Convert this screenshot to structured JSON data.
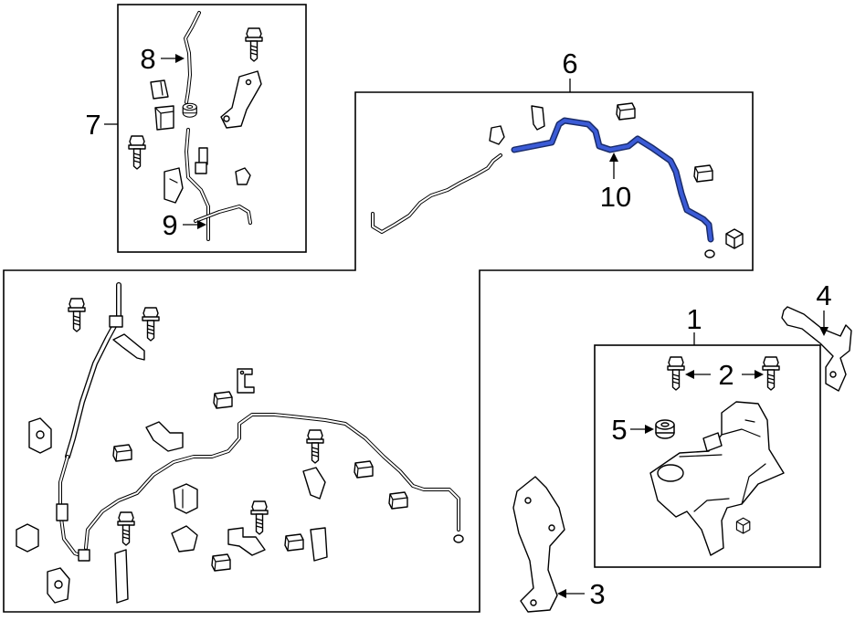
{
  "callouts": {
    "c1": "1",
    "c2": "2",
    "c3": "3",
    "c4": "4",
    "c5": "5",
    "c6": "6",
    "c7": "7",
    "c8": "8",
    "c9": "9",
    "c10": "10"
  },
  "colors": {
    "highlight": "#3b5bd6",
    "highlight_outline": "#1a2c6a",
    "line": "#000000",
    "background": "#ffffff"
  }
}
